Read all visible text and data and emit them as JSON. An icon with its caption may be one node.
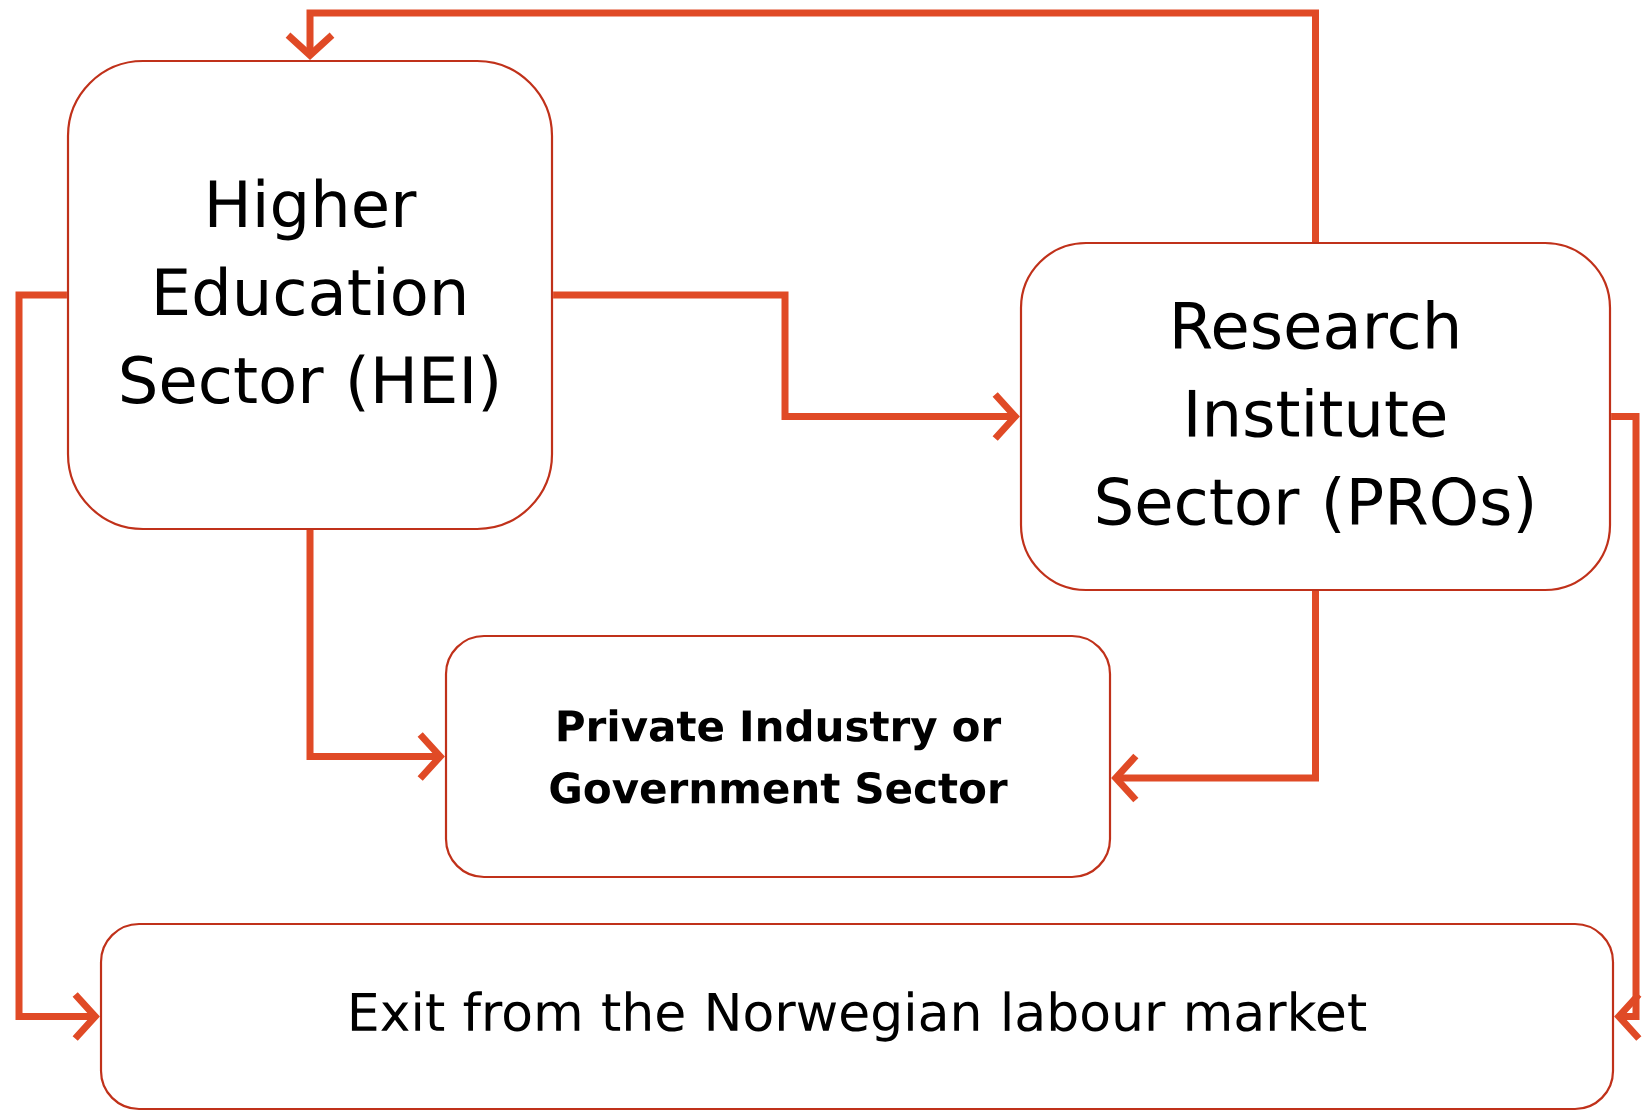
{
  "diagram": {
    "nodes": [
      {
        "text": [
          "Higher Education Sector (HEI)"
        ]
      },
      {
        "text": [
          "Research Institute Sector (PROs)"
        ]
      },
      {
        "text": [
          "Private Industry or Government Sector"
        ]
      },
      {
        "text": [
          "Exit from the Norwegian labour market"
        ]
      }
    ],
    "edges": [
      {
        "from": 0,
        "to": 1,
        "arrow": "to"
      },
      {
        "from": 1,
        "to": 0,
        "arrow": "to"
      },
      {
        "from": 0,
        "to": 2,
        "arrow": "to"
      },
      {
        "from": 1,
        "to": 2,
        "arrow": "to"
      },
      {
        "from": 0,
        "to": 3,
        "arrow": "to"
      },
      {
        "from": 1,
        "to": 3,
        "arrow": "to"
      }
    ]
  }
}
